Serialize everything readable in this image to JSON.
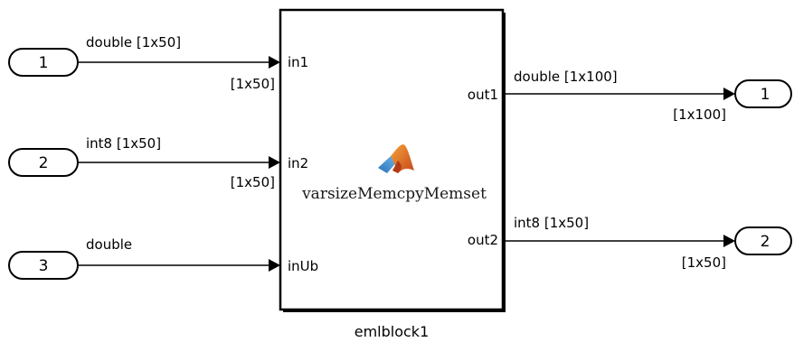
{
  "inports": [
    {
      "number": "1",
      "signal_type": "double [1x50]",
      "dims": "[1x50]"
    },
    {
      "number": "2",
      "signal_type": "int8 [1x50]",
      "dims": "[1x50]"
    },
    {
      "number": "3",
      "signal_type": "double",
      "dims": ""
    }
  ],
  "block": {
    "name": "varsizeMemcpyMemset",
    "caption": "emlblock1",
    "inputs": [
      "in1",
      "in2",
      "inUb"
    ],
    "outputs": [
      "out1",
      "out2"
    ],
    "icon": "matlab-logo-icon"
  },
  "outports": [
    {
      "number": "1",
      "signal_type": "double [1x100]",
      "dims": "[1x100]"
    },
    {
      "number": "2",
      "signal_type": "int8 [1x50]",
      "dims": "[1x50]"
    }
  ]
}
